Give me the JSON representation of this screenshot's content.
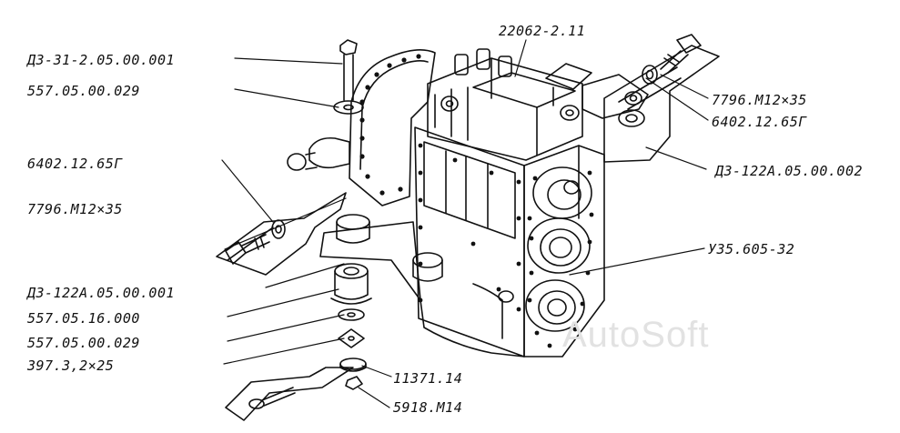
{
  "watermark": "AutoSoft",
  "labels": {
    "top": "22062-2.11",
    "left1": "ДЗ-31-2.05.00.001",
    "left2": "557.05.00.029",
    "left3": "6402.12.65Г",
    "left4": "7796.М12×35",
    "left5": "ДЗ-122А.05.00.001",
    "left6": "557.05.16.000",
    "left7": "557.05.00.029",
    "left8": "397.3,2×25",
    "right1": "7796.М12×35",
    "right2": "6402.12.65Г",
    "right3": "ДЗ-122А.05.00.002",
    "right4": "У35.605-32",
    "bottom1": "11371.14",
    "bottom2": "5918.М14"
  }
}
